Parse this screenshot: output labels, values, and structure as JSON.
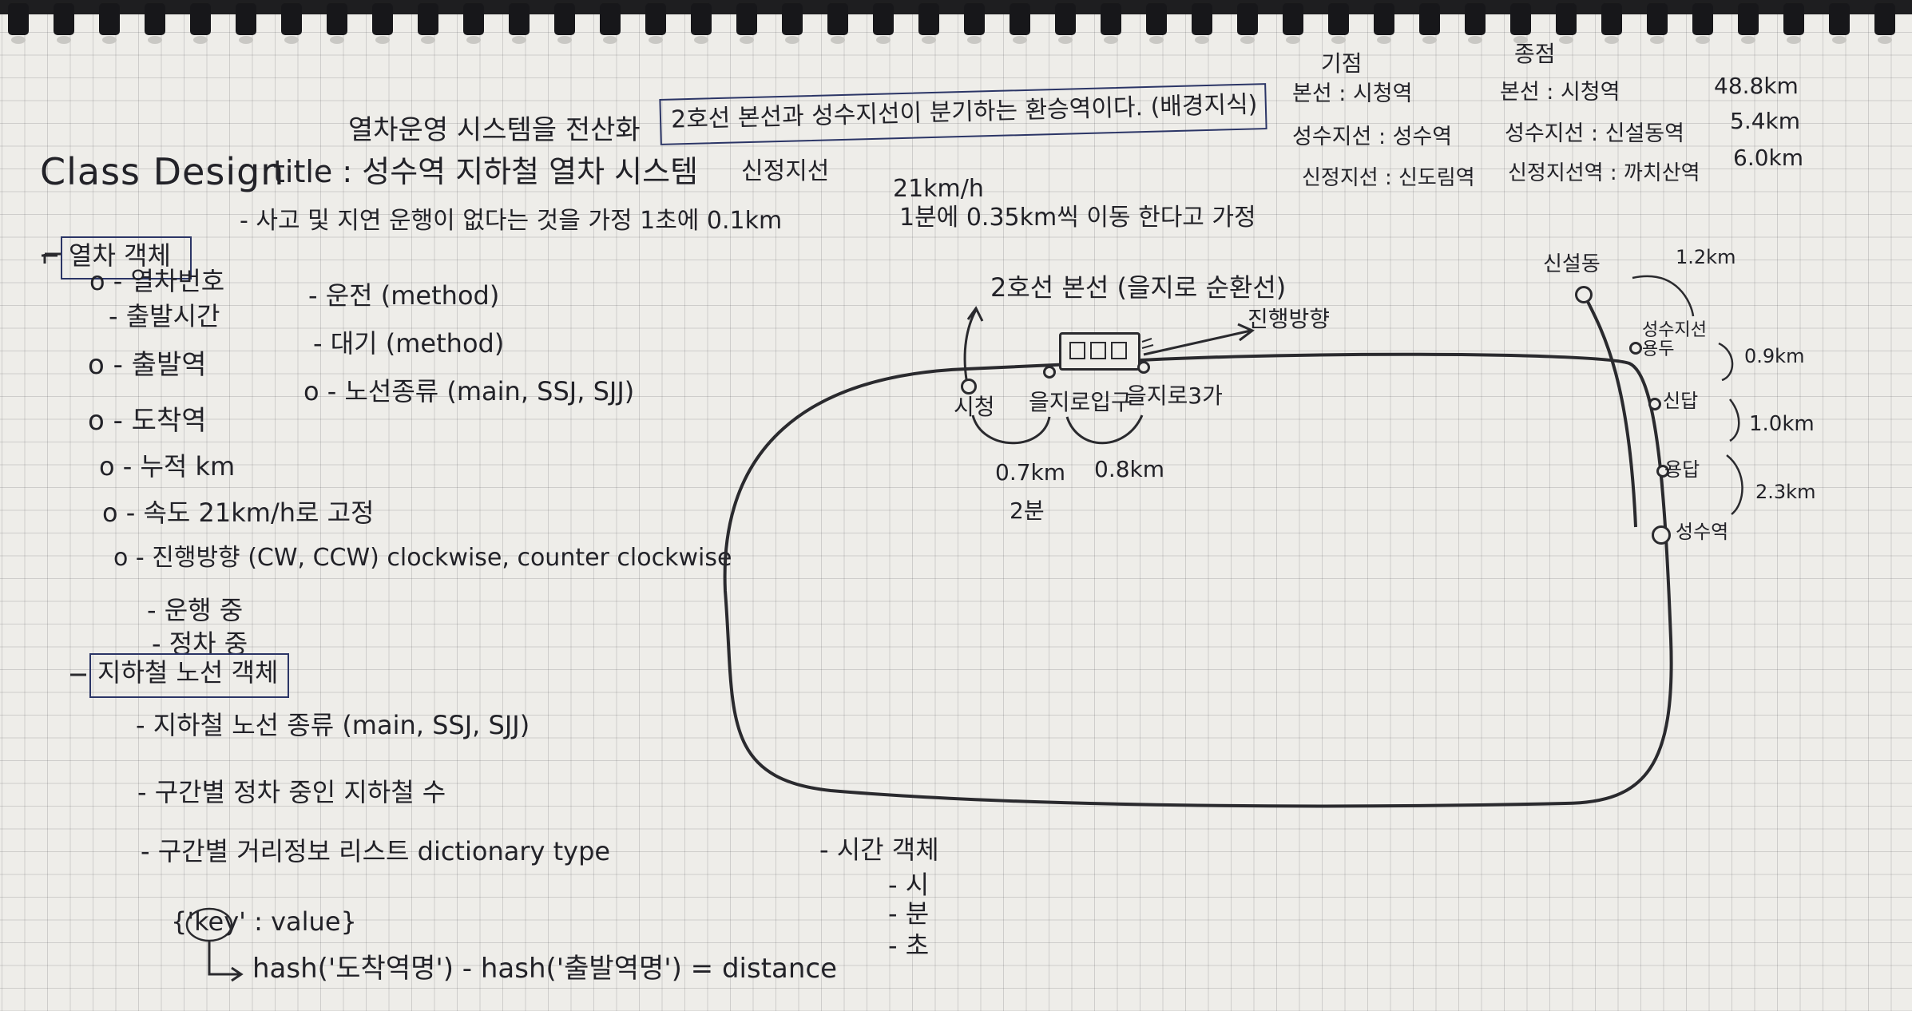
{
  "header": {
    "class_design": "Class Design",
    "title": "title : 성수역 지하철 열차 시스템",
    "computerize": "열차운영 시스템을 전산화",
    "transfer_box": "2호선 본선과 성수지선이 분기하는 환승역이다. (배경지식)",
    "sinjeong": "신정지선"
  },
  "stations_table": {
    "start_heading": "기점",
    "end_heading": "종점",
    "rows": [
      {
        "start": "본선 : 시청역",
        "end": "본선 : 시청역",
        "distance": "48.8km"
      },
      {
        "start": "성수지선 : 성수역",
        "end": "성수지선 : 신설동역",
        "distance": "5.4km"
      },
      {
        "start": "신정지선 : 신도림역",
        "end": "신정지선역 : 까치산역",
        "distance": "6.0km"
      }
    ]
  },
  "assumptions": {
    "no_accident": "- 사고 및 지연 운행이 없다는 것을 가정 1초에 0.1km",
    "speed": "21km/h",
    "per_minute": "1분에 0.35km씩 이동 한다고 가정"
  },
  "train_object": {
    "heading": "열차 객체",
    "attributes": [
      "o - 열차번호",
      "- 출발시간",
      "o - 출발역",
      "o - 도착역",
      "o - 누적 km",
      "o - 속도  21km/h로 고정",
      "o - 진행방향 (CW, CCW) clockwise, counter clockwise"
    ],
    "states": [
      "- 운행 중",
      "- 정차 중"
    ],
    "methods": [
      "- 운전 (method)",
      "- 대기 (method)",
      "o - 노선종류 (main, SSJ, SJJ)"
    ]
  },
  "subway_line_object": {
    "heading": "지하철 노선 객체",
    "items": [
      "- 지하철 노선 종류 (main, SSJ, SJJ)",
      "- 구간별 정차 중인 지하철 수",
      "- 구간별 거리정보 리스트   dictionary type"
    ],
    "dict_format": "{'key' : value}",
    "hash_formula": "hash('도착역명') - hash('출발역명') = distance"
  },
  "time_object": {
    "heading": "- 시간 객체",
    "items": [
      "- 시",
      "- 분",
      "- 초"
    ]
  },
  "diagram": {
    "main_line_label": "2호선 본선 (을지로 순환선)",
    "direction_label": "진행방향",
    "stations": [
      "시청",
      "을지로입구",
      "을지로3가"
    ],
    "segment_distances": [
      "0.7km",
      "0.8km"
    ],
    "segment_time": "2분",
    "branch_stations": [
      "신설동",
      "성수지선 용두",
      "신답",
      "용답",
      "성수역"
    ],
    "branch_distances": [
      "1.2km",
      "0.9km",
      "1.0km",
      "2.3km"
    ]
  }
}
